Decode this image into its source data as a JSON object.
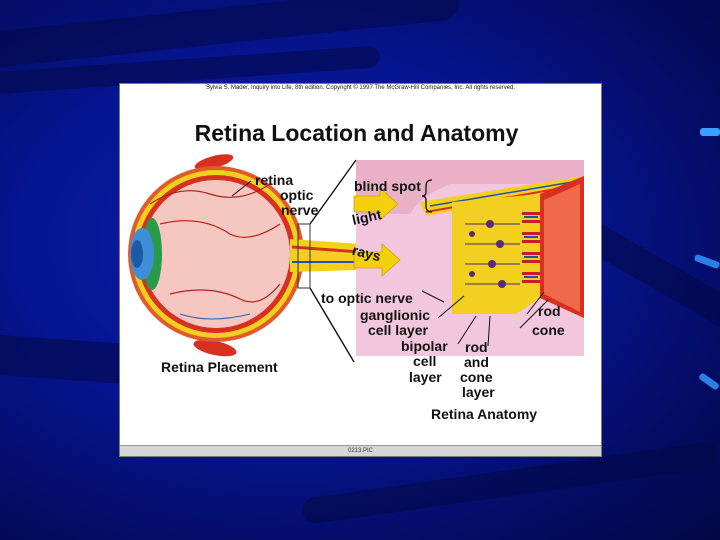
{
  "slide": {
    "credit": "Sylvia S. Mader, Inquiry into Life, 8th edition. Copyright © 1997 The McGraw-Hill Companies, Inc. All rights reserved.",
    "title": "Retina Location and Anatomy",
    "footer": "0213.PIC"
  },
  "labels": {
    "retina": "retina",
    "optic": "optic",
    "nerve": "nerve",
    "blind_spot": "blind spot",
    "light": "light",
    "rays": "rays",
    "to_optic_nerve": "to optic nerve",
    "ganglionic": "ganglionic",
    "cell_layer": "cell layer",
    "bipolar": "bipolar",
    "cell": "cell",
    "layer_bipolar": "layer",
    "rod_and": "rod",
    "and": "and",
    "cone_layer": "cone",
    "layer_rod": "layer",
    "rod": "rod",
    "cone": "cone",
    "retina_placement": "Retina Placement",
    "retina_anatomy": "Retina Anatomy"
  },
  "colors": {
    "background": "#061590",
    "eye_body": "#f6c7c0",
    "retina_red": "#d83020",
    "iris_blue": "#3f8ed8",
    "nerve_yellow": "#f3d020",
    "tissue_pink": "#f2c6dc",
    "arrow_yellow": "#f4d00c"
  }
}
